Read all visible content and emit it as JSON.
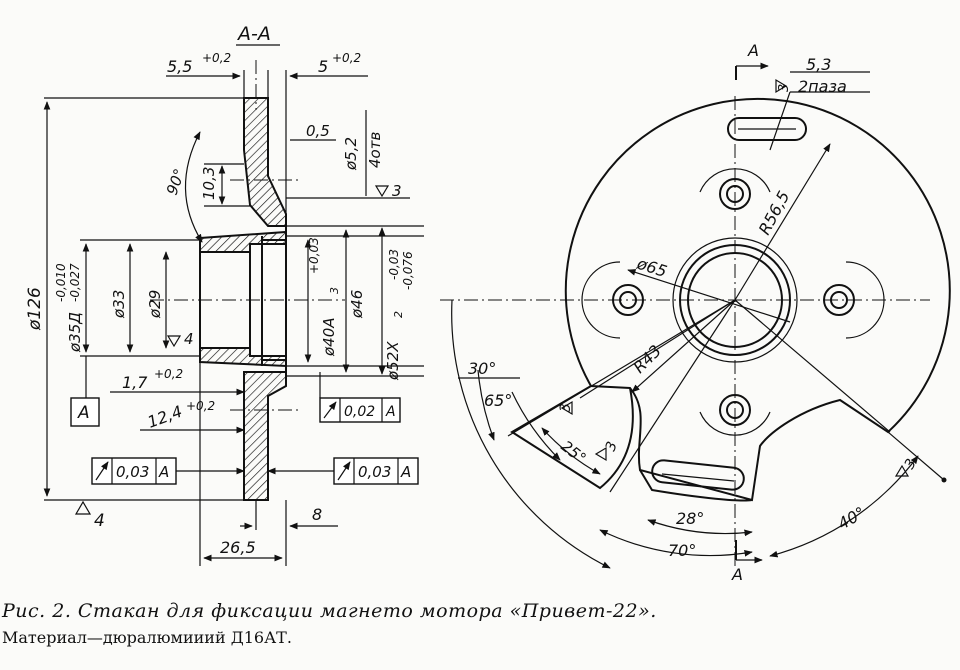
{
  "section_title": "A-A",
  "dims": {
    "d126": "ø126",
    "d35": "ø35Д",
    "d35_tol_up": "-0,010",
    "d35_tol_low": "-0,027",
    "d33": "ø33",
    "d29": "ø29",
    "d40": "ø40А",
    "d40_sub": "3",
    "d40_tol": "+0,03",
    "d46": "ø46",
    "d52": "ø52Х",
    "d52_sub": "2",
    "d52_tol_up": "-0,03",
    "d52_tol_low": "-0,076",
    "w5_5": "5,5",
    "w5_5_tol": "+0,2",
    "w5": "5",
    "w5_tol": "+0,2",
    "d05": "0,5",
    "d5_2": "ø5,2",
    "holes": "4отв",
    "h10_3": "10,3",
    "a90": "90°",
    "l1_7": "1,7",
    "l1_7_tol": "+0,2",
    "l12_4": "12,4",
    "l12_4_tol": "+0,2",
    "l26_5": "26,5",
    "l8": "8",
    "slot": "5,3",
    "slot_count": "2паза",
    "r56_5": "R56,5",
    "d65": "ø65",
    "r43": "R43",
    "a30": "30°",
    "a65": "65°",
    "a25": "25°",
    "a28": "28°",
    "a70": "70°",
    "a40": "40°"
  },
  "rough": {
    "r3": "3",
    "r4": "4"
  },
  "labels": {
    "datum_a": "A",
    "section_a": "A"
  },
  "frames": {
    "runout_left": "0,03",
    "runout_right": "0,03",
    "runout_mid": "0,02",
    "datum": "A"
  },
  "caption": {
    "line1": "Рис. 2. Стакан для фиксации магнето мотора «Привет-22».",
    "line2": "Материал—дюралюмииий Д16АТ."
  }
}
